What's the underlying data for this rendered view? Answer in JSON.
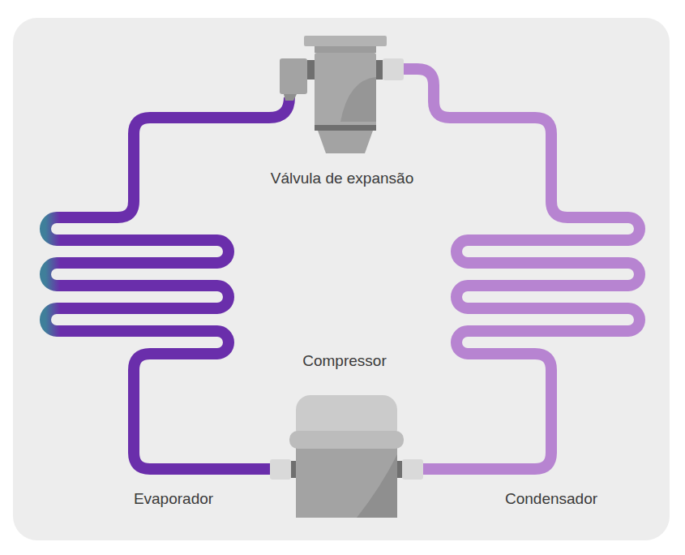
{
  "diagram": {
    "labels": [
      "Válvula de expansão",
      "Compressor",
      "Evaporador",
      "Condensador"
    ]
  }
}
